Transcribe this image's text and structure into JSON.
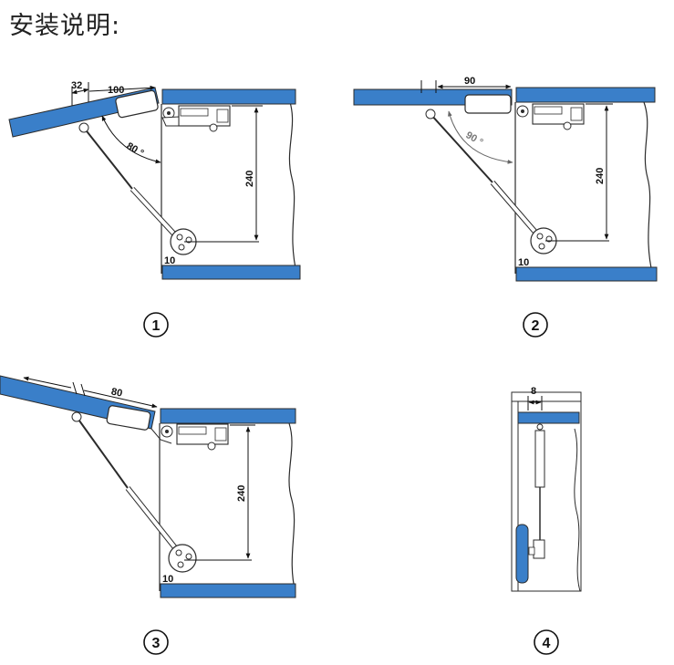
{
  "title": "安装说明:",
  "colors": {
    "panel": "#3a7fc9",
    "outline": "#2b2b2b",
    "dim": "#111111",
    "angle": "#666666"
  },
  "diagrams": [
    {
      "number": "1",
      "dims": {
        "offset": "32",
        "width": "100",
        "angle": "80 °",
        "height": "240",
        "bottom": "10"
      }
    },
    {
      "number": "2",
      "dims": {
        "width": "90",
        "angle": "90 °",
        "height": "240",
        "bottom": "10"
      }
    },
    {
      "number": "3",
      "dims": {
        "width": "80",
        "height": "240",
        "bottom": "10"
      }
    },
    {
      "number": "4",
      "dims": {
        "gap": "8"
      }
    }
  ]
}
